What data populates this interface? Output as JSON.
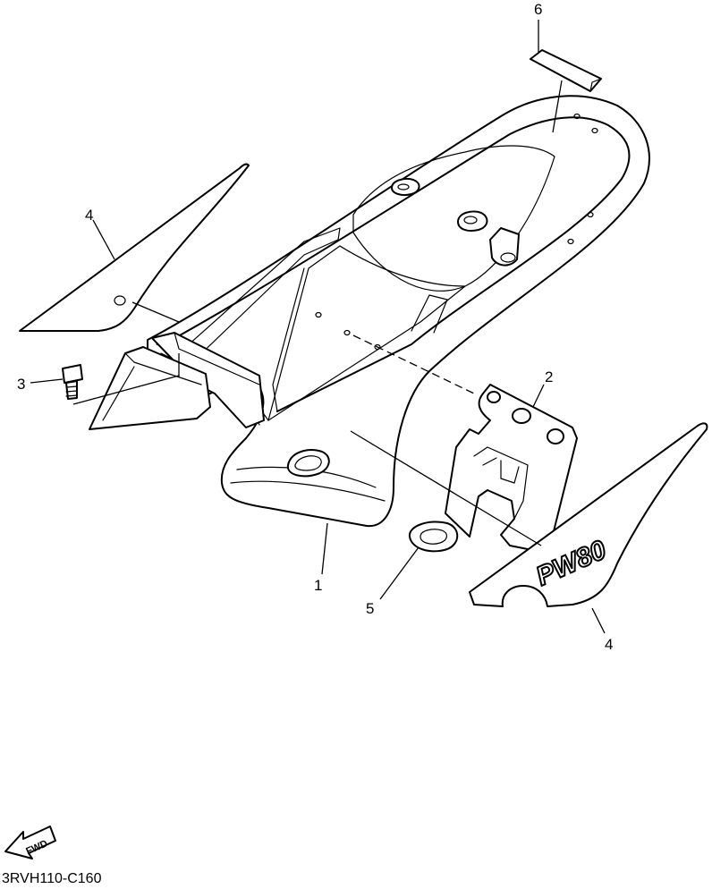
{
  "diagram": {
    "callouts": {
      "part1": "1",
      "part2": "2",
      "part3": "3",
      "part4_left": "4",
      "part4_right": "4",
      "part5": "5",
      "part6": "6"
    },
    "decal_text": "PW80",
    "fwd_label": "FWD",
    "drawing_code": "3RVH110-C160"
  }
}
